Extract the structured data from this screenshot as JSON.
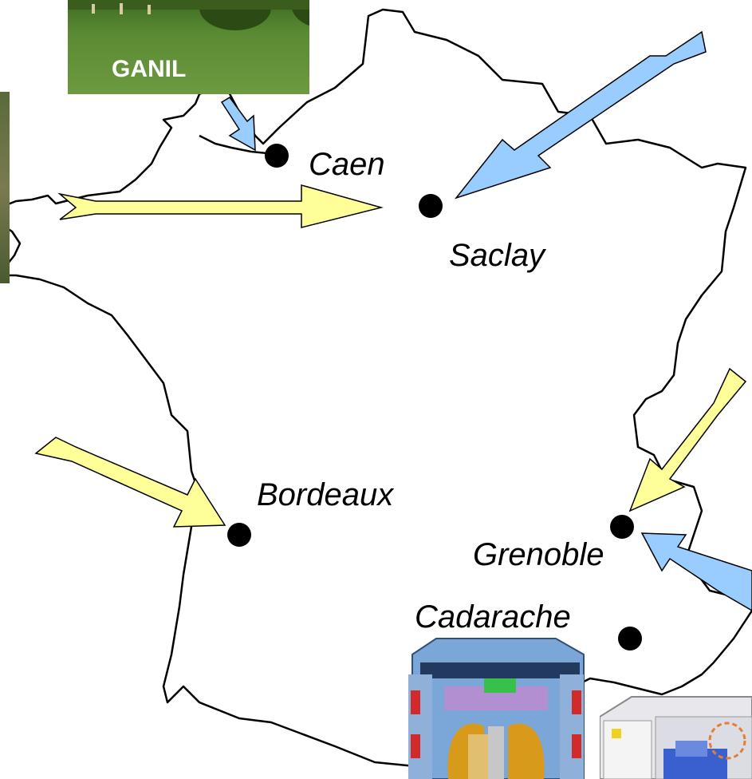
{
  "photo_caption": "GANIL",
  "cities": {
    "caen": "Caen",
    "saclay": "Saclay",
    "bordeaux": "Bordeaux",
    "grenoble": "Grenoble",
    "cadarache": "Cadarache"
  },
  "colors": {
    "yellow_arrow": "#ffff99",
    "blue_arrow": "#99ccff",
    "city_dot": "#000000",
    "grass": "#4e7a2c"
  }
}
